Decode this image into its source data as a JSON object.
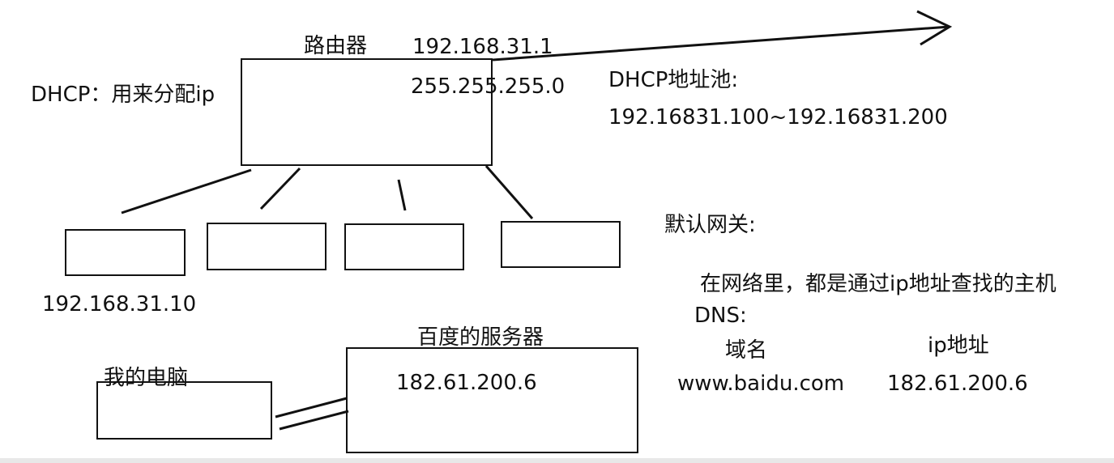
{
  "router": {
    "name": "路由器",
    "ip": "192.168.31.1",
    "mask": "255.255.255.0"
  },
  "dhcp": {
    "desc": "DHCP：用来分配ip",
    "pool_title": "DHCP地址池:",
    "pool_range": "192.16831.100~192.16831.200"
  },
  "hosts": {
    "host1_ip": "192.168.31.10"
  },
  "gateway": {
    "title": "默认网关:",
    "note": "在网络里，都是通过ip地址查找的主机"
  },
  "dns": {
    "title": "DNS:",
    "col_domain": "域名",
    "col_ip": "ip地址",
    "domain_value": "www.baidu.com",
    "ip_value": "182.61.200.6"
  },
  "server": {
    "name": "百度的服务器",
    "ip": "182.61.200.6"
  },
  "my_pc": {
    "name": "我的电脑"
  }
}
